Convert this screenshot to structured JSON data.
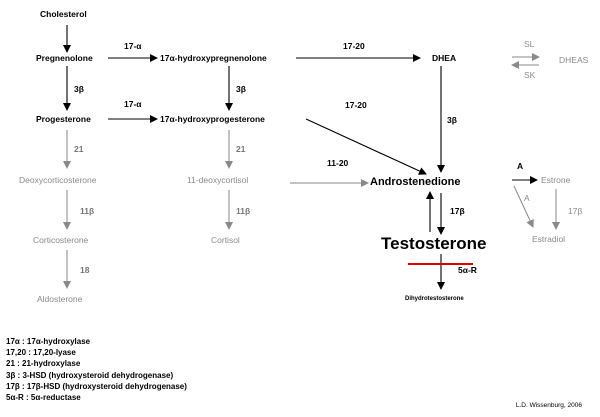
{
  "compounds": {
    "cholesterol": "Cholesterol",
    "pregnenolone": "Pregnenolone",
    "hydroxypregnenolone": "17α-hydroxypregnenolone",
    "dhea": "DHEA",
    "dheas": "DHEAS",
    "progesterone": "Progesterone",
    "hydroxyprogesterone": "17α-hydroxyprogesterone",
    "deoxycorticosterone": "Deoxycorticosterone",
    "deoxycortisol": "11-deoxycortisol",
    "androstenedione": "Androstenedione",
    "estrone": "Estrone",
    "corticosterone": "Corticosterone",
    "cortisol": "Cortisol",
    "testosterone": "Testosterone",
    "estradiol": "Estradiol",
    "aldosterone": "Aldosterone",
    "dht": "Dihydrotestosterone"
  },
  "enzymes": {
    "e17a_top": "17-α",
    "e1720_top": "17-20",
    "sl": "SL",
    "sk": "SK",
    "e3b_left": "3β",
    "e3b_mid": "3β",
    "e17a_mid": "17-α",
    "e1720_mid": "17-20",
    "e3b_right": "3β",
    "e21_left": "21",
    "e21_mid": "21",
    "e1120": "11-20",
    "a_top": "A",
    "a_diag": "A",
    "e11b_left": "11β",
    "e11b_mid": "11β",
    "e17b_center": "17β",
    "e17b_right": "17β",
    "e18": "18",
    "e5ar": "5α-R"
  },
  "legend": [
    "17α : 17α-hydroxylase",
    "17,20 : 17,20-lyase",
    "21 : 21-hydroxylase",
    "3β : 3-HSD (hydroxysteroid dehydrogenase)",
    "17β : 17β-HSD (hydroxysteroid dehydrogenase)",
    "5α-R : 5α-reductase"
  ],
  "credit": "L.D. Wissenburg, 2006",
  "colors": {
    "primary": "#000000",
    "secondary": "#8a8a8a",
    "inhibition": "#e00000"
  }
}
